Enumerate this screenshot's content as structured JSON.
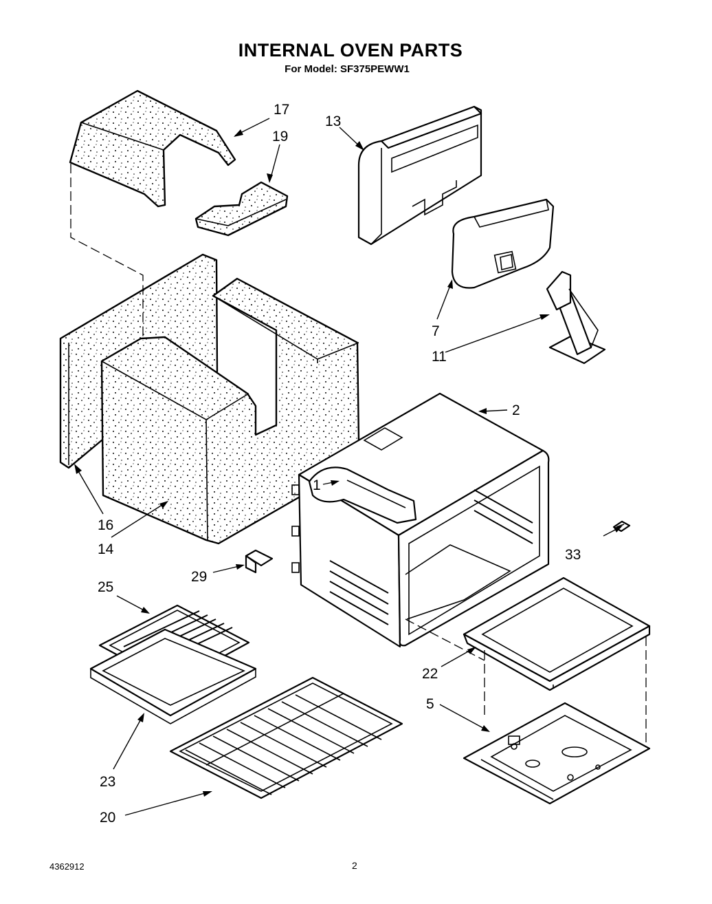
{
  "header": {
    "title": "INTERNAL OVEN PARTS",
    "subtitle": "For Model: SF375PEWW1"
  },
  "footer": {
    "doc_number": "4362912",
    "page_number": "2"
  },
  "callouts": {
    "p1": "1",
    "p2": "2",
    "p5": "5",
    "p7": "7",
    "p11": "11",
    "p13": "13",
    "p14": "14",
    "p16": "16",
    "p17": "17",
    "p19": "19",
    "p20": "20",
    "p22": "22",
    "p23": "23",
    "p25": "25",
    "p29": "29",
    "p33": "33"
  }
}
